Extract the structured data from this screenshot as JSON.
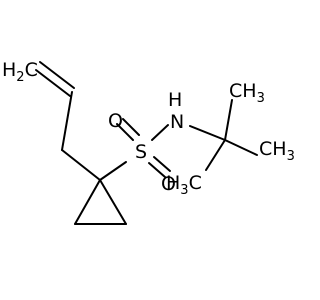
{
  "molecule": {
    "labels": {
      "h2c": "H2C",
      "h2c_main": "H",
      "h2c_sub": "2",
      "h2c_tail": "C",
      "n": "N",
      "h": "H",
      "s": "S",
      "o_top": "O",
      "o_bottom": "O",
      "ch3_right": "CH3",
      "ch3_right_main": "CH",
      "ch3_right_sub": "3",
      "ch3_top": "CH3",
      "ch3_top_main": "CH",
      "ch3_top_sub": "3",
      "h3c": "H3C",
      "h3c_h": "H",
      "h3c_sub": "3",
      "h3c_c": "C"
    },
    "colors": {
      "bond": "#000000",
      "text": "#000000",
      "background": "#ffffff"
    }
  }
}
